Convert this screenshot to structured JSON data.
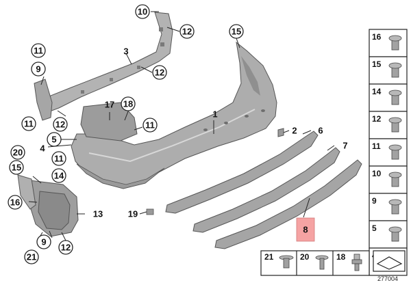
{
  "diagram_id": "277004",
  "highlight_color": "#f5a3a3",
  "part_gray": "#a8a8a8",
  "callouts": {
    "c10": "10",
    "c12a": "12",
    "c15": "15",
    "c3": "3",
    "c12b": "12",
    "c11a": "11",
    "c9a": "9",
    "c11b": "11",
    "c12c": "12",
    "c17": "17",
    "c18": "18",
    "c11c": "11",
    "c1": "1",
    "c5": "5",
    "c4": "4",
    "c11d": "11",
    "c14": "14",
    "c20": "20",
    "c15b": "15",
    "c16": "16",
    "c13": "13",
    "c9b": "9",
    "c12d": "12",
    "c21": "21",
    "c19": "19",
    "c2": "2",
    "c6": "6",
    "c7": "7",
    "c8": "8"
  },
  "side_panel": [
    "16",
    "15",
    "14",
    "12",
    "11",
    "10",
    "9",
    "5",
    "4"
  ],
  "bottom_panel": [
    "21",
    "20",
    "18"
  ]
}
